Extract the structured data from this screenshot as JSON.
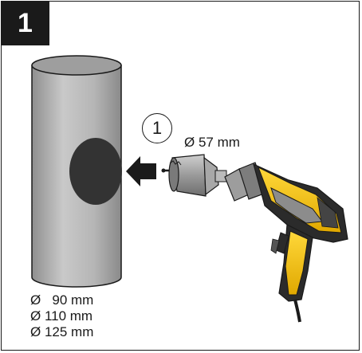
{
  "step": {
    "number": "1"
  },
  "callout": {
    "number": "1"
  },
  "hole_saw": {
    "diameter_label": "Ø 57 mm"
  },
  "pipe": {
    "diameters": [
      "Ø   90 mm",
      "Ø 110 mm",
      "Ø 125 mm"
    ]
  },
  "colors": {
    "outline": "#1a1a1a",
    "pipe_fill": "#b3b3b3",
    "hole_fill": "#333333",
    "drill_yellow": "#f4c20d",
    "drill_gray": "#8c8c8c"
  }
}
